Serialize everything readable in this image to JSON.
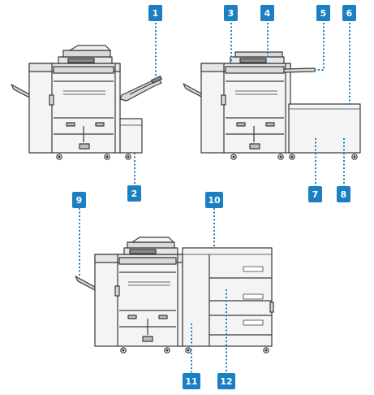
{
  "diagram": {
    "callouts": [
      {
        "id": "c1",
        "label": "1"
      },
      {
        "id": "c2",
        "label": "2"
      },
      {
        "id": "c3",
        "label": "3"
      },
      {
        "id": "c4",
        "label": "4"
      },
      {
        "id": "c5",
        "label": "5"
      },
      {
        "id": "c6",
        "label": "6"
      },
      {
        "id": "c7",
        "label": "7"
      },
      {
        "id": "c8",
        "label": "8"
      },
      {
        "id": "c9",
        "label": "9"
      },
      {
        "id": "c10",
        "label": "10"
      },
      {
        "id": "c11",
        "label": "11"
      },
      {
        "id": "c12",
        "label": "12"
      }
    ],
    "colors": {
      "callout": "#1b7fc4",
      "leader": "#1b7fc4",
      "outline": "#3a3a3a",
      "body": "#f4f4f4",
      "panel": "#d9d9d9",
      "dark": "#6b6b6b"
    }
  }
}
